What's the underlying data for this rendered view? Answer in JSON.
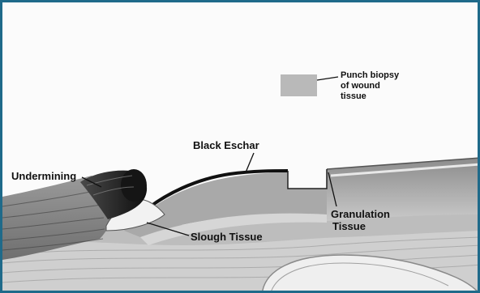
{
  "diagram": {
    "labels": {
      "punch_biopsy_line1": "Punch biopsy",
      "punch_biopsy_line2": "of wound",
      "punch_biopsy_line3": "tissue",
      "black_eschar": "Black Eschar",
      "undermining": "Undermining",
      "granulation_line1": "Granulation",
      "granulation_line2": "Tissue",
      "slough_tissue": "Slough Tissue"
    },
    "colors": {
      "border": "#1f6a8a",
      "eschar": "#1a1a1a",
      "tissue_mid": "#a7a7a7",
      "tissue_light": "#d9d9d9",
      "biopsy_sample": "#b9b9b9"
    }
  }
}
